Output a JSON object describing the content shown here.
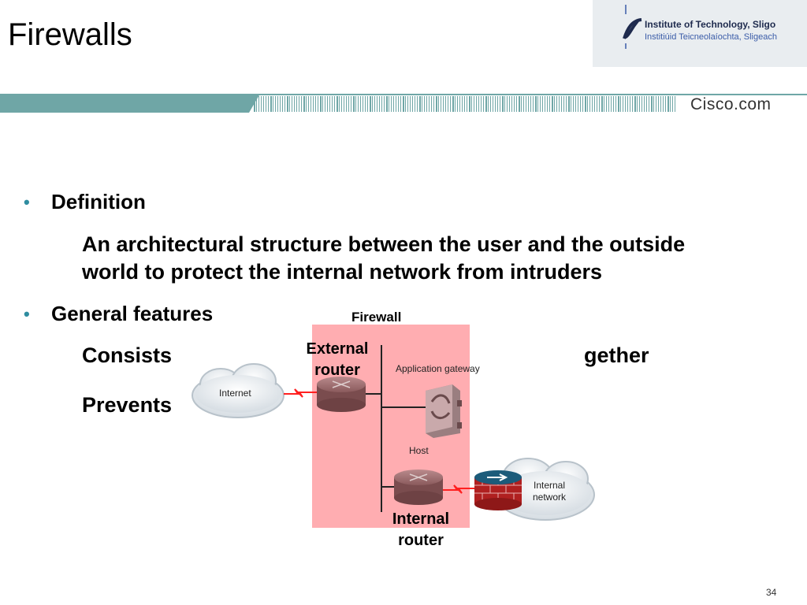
{
  "slide": {
    "title": "Firewalls",
    "page_number": "34"
  },
  "logo": {
    "line1": "Institute of Technology, Sligo",
    "line2": "Institiúid Teicneolaíochta, Sligeach"
  },
  "banner": {
    "brand": "Cisco.com"
  },
  "content": {
    "bullets": [
      {
        "heading": "Definition",
        "text": [
          "An architectural structure between the user and the outside",
          "world to protect the internal network from intruders"
        ]
      },
      {
        "heading": "General features",
        "lines": [
          "Consists",
          "gether",
          "Prevents"
        ]
      }
    ]
  },
  "diagram": {
    "firewall_label": "Firewall",
    "external_router_label": [
      "External",
      "router"
    ],
    "internal_router_label": [
      "Internal",
      "router"
    ],
    "internet_label": "Internet",
    "app_gateway_label": "Application gateway",
    "host_label": "Host",
    "internal_network_label": [
      "Internal",
      "network"
    ],
    "colors": {
      "firewall_zone": "#ff9fa3",
      "link": "#ff2020",
      "router": "#8a5a5c",
      "accent": "#2f8da0"
    }
  }
}
